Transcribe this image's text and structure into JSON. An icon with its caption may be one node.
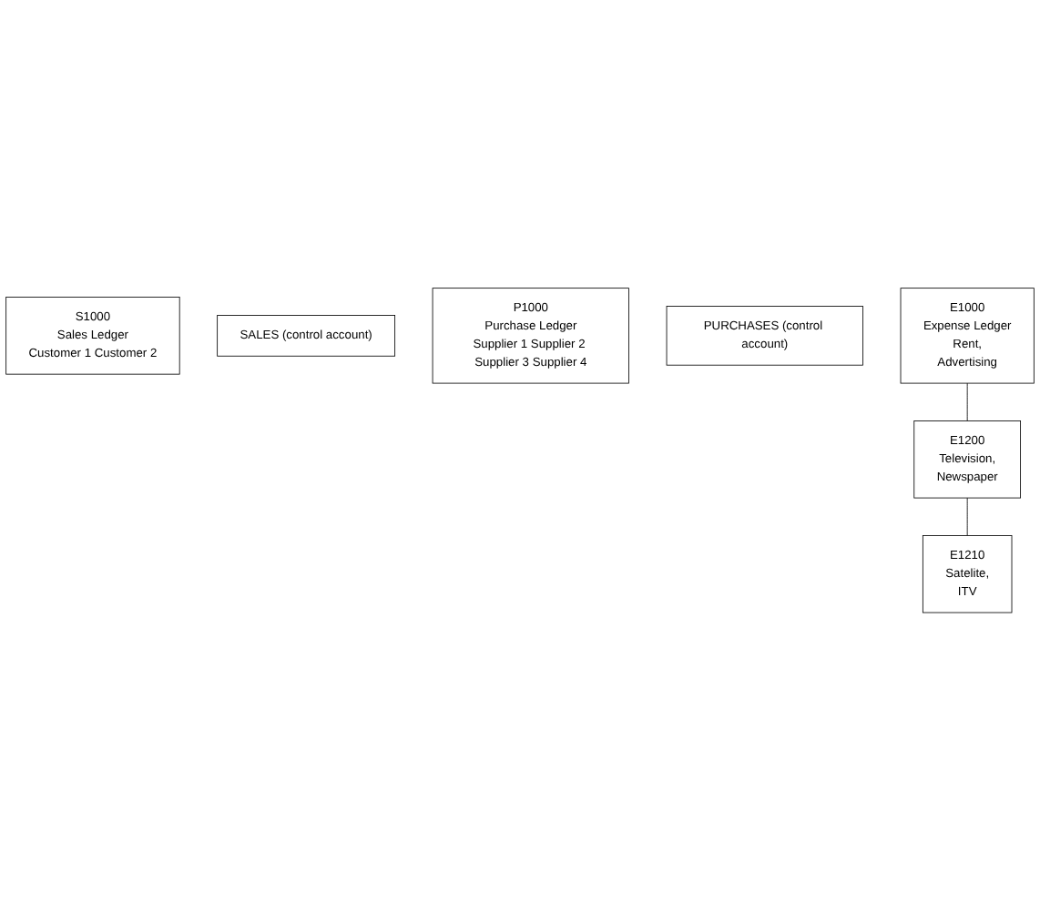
{
  "diagram": {
    "nodes": [
      {
        "text": [
          "S1000",
          "Sales Ledger",
          "Customer 1 Customer 2"
        ]
      },
      {
        "text": [
          "SALES (control account)"
        ]
      },
      {
        "text": [
          "P1000",
          "Purchase Ledger",
          "Supplier 1 Supplier 2 Supplier 3 Supplier 4"
        ]
      },
      {
        "text": [
          "PURCHASES (control account)"
        ]
      },
      {
        "text": [
          "E1000",
          "Expense Ledger",
          "Rent,",
          "Advertising"
        ]
      },
      {
        "text": [
          "E1200",
          "Television,",
          "Newspaper"
        ]
      },
      {
        "text": [
          "E1210",
          "Satelite,",
          "ITV"
        ]
      }
    ],
    "edges": [
      {
        "from": 4,
        "to": 5,
        "arrow": "none"
      },
      {
        "from": 5,
        "to": 6,
        "arrow": "none"
      }
    ]
  }
}
